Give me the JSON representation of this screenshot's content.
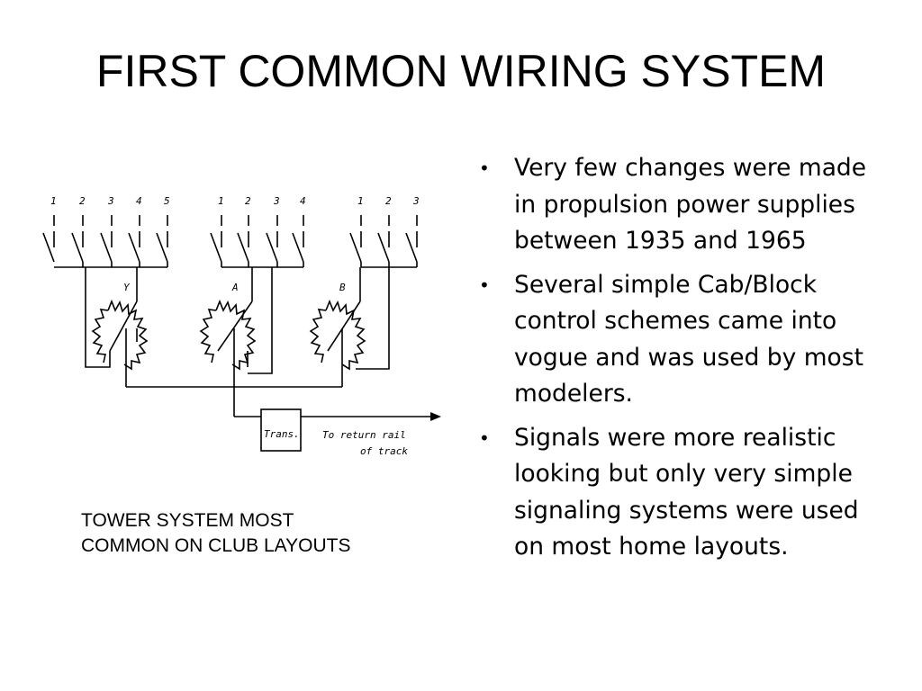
{
  "slide": {
    "title": "FIRST COMMON WIRING SYSTEM",
    "caption_line1": "TOWER SYSTEM MOST",
    "caption_line2": "COMMON ON CLUB LAYOUTS",
    "bullets": [
      "Very few changes were made in propulsion power supplies between 1935 and 1965",
      "Several simple Cab/Block control schemes came into vogue and was used by most modelers.",
      "Signals were more realistic looking but only very simple signaling systems were used on most home layouts."
    ]
  },
  "diagram": {
    "group_y_numbers": [
      "1",
      "2",
      "3",
      "4",
      "5"
    ],
    "group_a_numbers": [
      "1",
      "2",
      "3",
      "4"
    ],
    "group_b_numbers": [
      "1",
      "2",
      "3"
    ],
    "label_y": "Y",
    "label_a": "A",
    "label_b": "B",
    "trans_label": "Trans.",
    "return_label_line1": "To return rail",
    "return_label_line2": "of track"
  }
}
